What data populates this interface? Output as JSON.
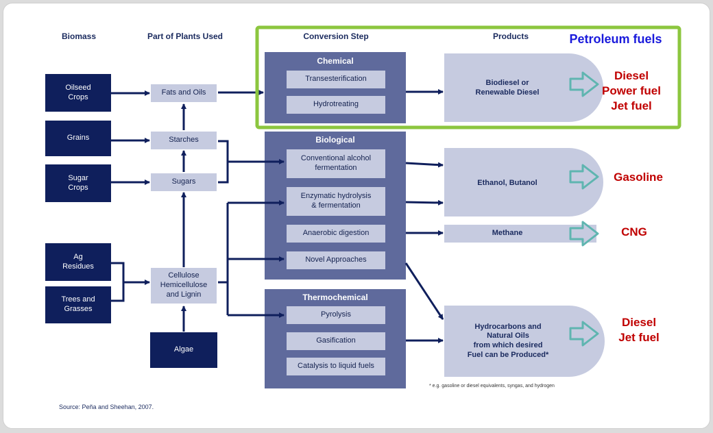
{
  "headers": {
    "biomass": "Biomass",
    "parts": "Part of Plants Used",
    "conversion": "Conversion Step",
    "products": "Products"
  },
  "biomass": [
    "Oilseed\nCrops",
    "Grains",
    "Sugar\nCrops",
    "Ag\nResidues",
    "Trees and\nGrasses",
    "Algae"
  ],
  "parts": [
    "Fats and Oils",
    "Starches",
    "Sugars",
    "Cellulose\nHemicellulose\nand Lignin"
  ],
  "chemical": {
    "title": "Chemical",
    "steps": [
      "Transesterification",
      "Hydrotreating"
    ]
  },
  "biological": {
    "title": "Biological",
    "steps": [
      "Conventional alcohol\nfermentation",
      "Enzymatic hydrolysis\n& fermentation",
      "Anaerobic digestion",
      "Novel Approaches"
    ]
  },
  "thermochemical": {
    "title": "Thermochemical",
    "steps": [
      "Pyrolysis",
      "Gasification",
      "Catalysis to liquid fuels"
    ]
  },
  "products": [
    "Biodiesel or\nRenewable Diesel",
    "Ethanol, Butanol",
    "Methane",
    "Hydrocarbons and\nNatural Oils\nfrom which desired\nFuel can be Produced*"
  ],
  "petroleum_label": "Petroleum fuels",
  "fuels": [
    "Diesel\nPower fuel\nJet fuel",
    "Gasoline",
    "CNG",
    "Diesel\nJet fuel"
  ],
  "footnote": "* e.g. gasoline or diesel equivalents, syngas, and hydrogen",
  "source": "Source: Peña and Sheehan, 2007.",
  "colors": {
    "navy": "#0f1f5c",
    "panel": "#5f6a9c",
    "box": "#c6cbe0",
    "highlight": "#8cc63f",
    "fuel": "#c00000",
    "petroleum": "#1a1adc",
    "teal": "#5fb5b0"
  }
}
